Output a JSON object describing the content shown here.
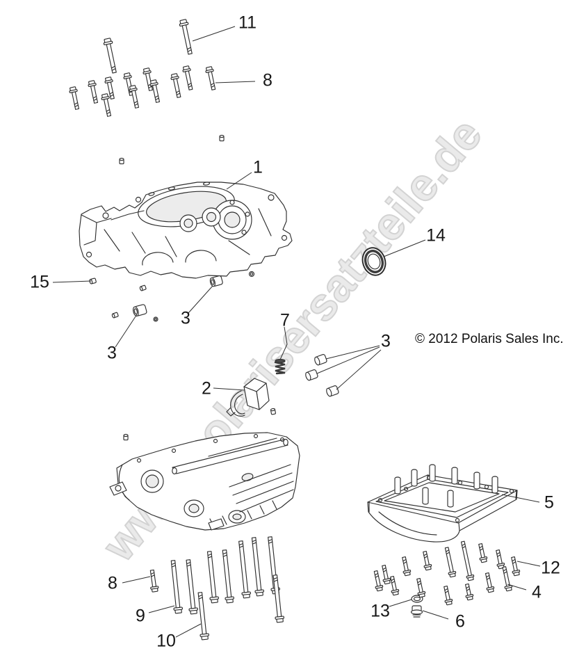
{
  "watermark": {
    "text": "www.polarisersatzteile.de"
  },
  "copyright": {
    "text": "© 2012 Polaris Sales Inc."
  },
  "colors": {
    "background": "#ffffff",
    "ink": "#2e2e2e",
    "watermark_fill": "#eaeaea",
    "watermark_outline": "#d3d3d3"
  },
  "callouts": [
    {
      "label": "11"
    },
    {
      "label": "8"
    },
    {
      "label": "1"
    },
    {
      "label": "14"
    },
    {
      "label": "15"
    },
    {
      "label": "3"
    },
    {
      "label": "3"
    },
    {
      "label": "7"
    },
    {
      "label": "3"
    },
    {
      "label": "2"
    },
    {
      "label": "5"
    },
    {
      "label": "8"
    },
    {
      "label": "9"
    },
    {
      "label": "10"
    },
    {
      "label": "12"
    },
    {
      "label": "4"
    },
    {
      "label": "13"
    },
    {
      "label": "6"
    }
  ]
}
